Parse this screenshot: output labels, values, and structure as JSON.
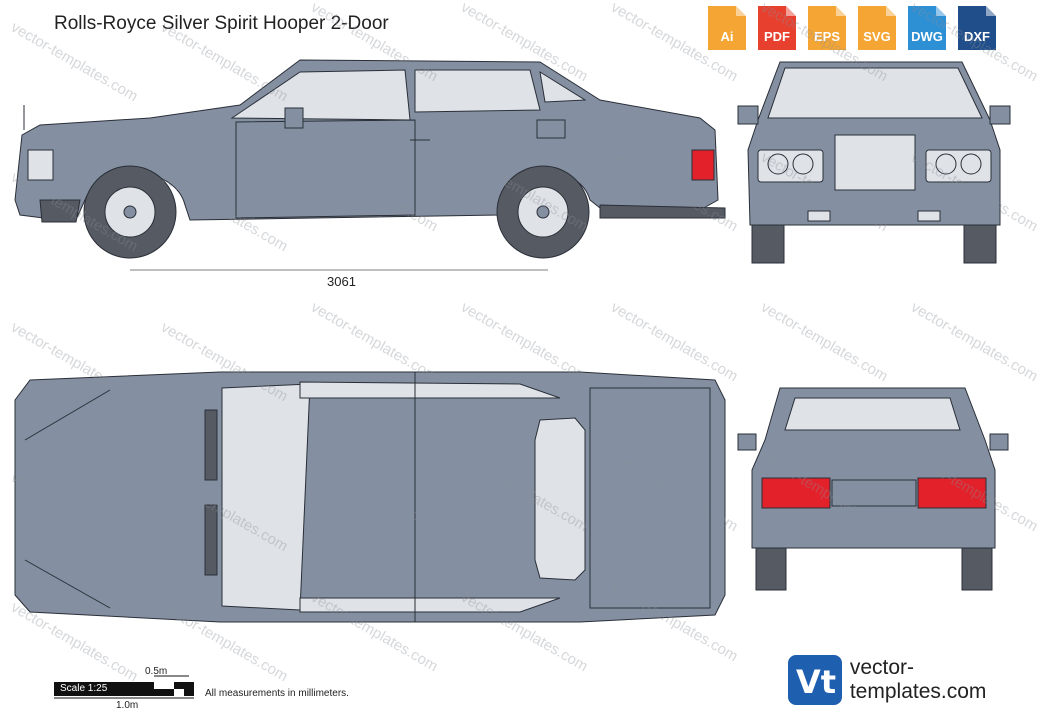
{
  "title": "Rolls-Royce Silver Spirit Hooper 2-Door",
  "formats": [
    {
      "label": "Ai",
      "color": "#f4a533"
    },
    {
      "label": "PDF",
      "color": "#e8402f"
    },
    {
      "label": "EPS",
      "color": "#f4a533"
    },
    {
      "label": "SVG",
      "color": "#f4a533"
    },
    {
      "label": "DWG",
      "color": "#2d8fd4"
    },
    {
      "label": "DXF",
      "color": "#1f4e8a"
    }
  ],
  "dimension": "3061",
  "scale": {
    "label": "Scale 1:25",
    "half": "0.5m",
    "full": "1.0m"
  },
  "note": "All measurements in millimeters.",
  "brand": {
    "name": "vector-templates.com"
  },
  "watermark": "vector-templates.com",
  "colors": {
    "body": "#8490a2",
    "outline": "#2a2f38",
    "glass": "#dfe3e8",
    "tail": "#e3212a",
    "tyre": "#555a63"
  }
}
